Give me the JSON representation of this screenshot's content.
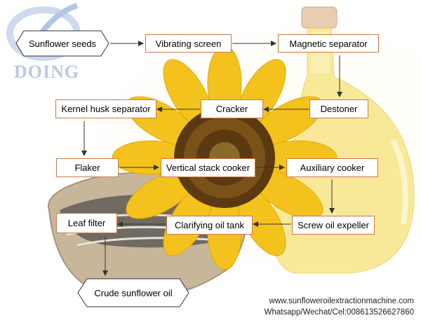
{
  "brand": {
    "logo_text": "DOING",
    "logo_icon": "doing-swoosh-logo-icon"
  },
  "nodes": {
    "start": "Sunflower seeds",
    "vibrating_screen": "Vibrating screen",
    "magnetic_separator": "Magnetic separator",
    "destoner": "Destoner",
    "cracker": "Cracker",
    "kernel_husk_separator": "Kernel husk separator",
    "flaker": "Flaker",
    "vertical_stack_cooker": "Vertical stack cooker",
    "auxiliary_cooker": "Auxiliary cooker",
    "screw_oil_expeller": "Screw oil expeller",
    "clarifying_oil_tank": "Clarifying oil tank",
    "leaf_filter": "Leaf filter",
    "end": "Crude sunflower oil"
  },
  "contact": {
    "website": "www.sunfloweroilextractionmachine.com",
    "phone": "Whatsapp/Wechat/Cel:008613526627860"
  },
  "colors": {
    "box_border": "#c9784a",
    "arrow": "#333333",
    "logo": "#b9c9e6"
  }
}
